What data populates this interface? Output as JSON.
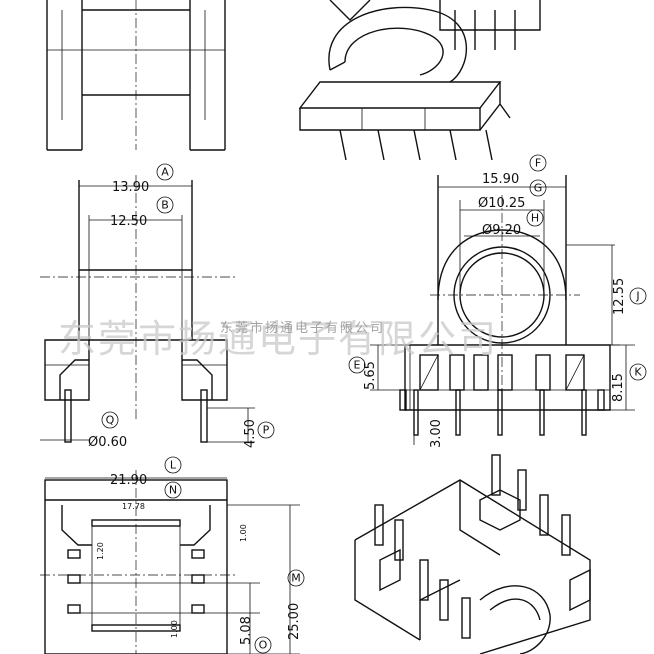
{
  "watermark": {
    "large": "东莞市扬通电子有限公司",
    "small": "东莞市扬通电子有限公司"
  },
  "dimensions": {
    "A": {
      "value": "13.90",
      "letter": "A"
    },
    "B": {
      "value": "12.50",
      "letter": "B"
    },
    "Q": {
      "value": "Ø0.60",
      "letter": "Q"
    },
    "P": {
      "value": "4.50",
      "letter": "P"
    },
    "F": {
      "value": "15.90",
      "letter": "F"
    },
    "G": {
      "value": "Ø10.25",
      "letter": "G"
    },
    "H": {
      "value": "Ø9.20",
      "letter": "H"
    },
    "J": {
      "value": "12.55",
      "letter": "J"
    },
    "E": {
      "value": "5.65",
      "letter": "E"
    },
    "K": {
      "value": "8.15",
      "letter": "K"
    },
    "pin": {
      "value": "3.00"
    },
    "L": {
      "value": "21.90",
      "letter": "L"
    },
    "N": {
      "value": "17.78",
      "letter": "N"
    },
    "M": {
      "value": "25.00",
      "letter": "M"
    },
    "O": {
      "value": "5.08",
      "letter": "O"
    },
    "s1": {
      "value": "1.20"
    },
    "s2": {
      "value": "1.00"
    },
    "s3": {
      "value": "1.00"
    }
  }
}
